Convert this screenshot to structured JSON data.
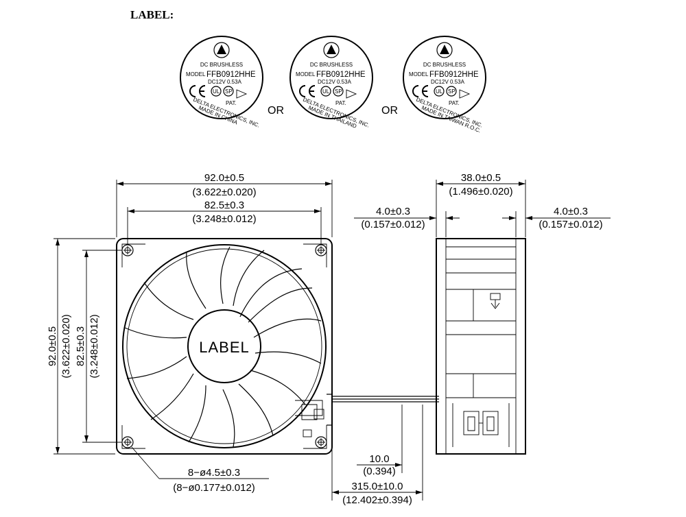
{
  "title": "LABEL:",
  "labels": [
    {
      "line1": "DC BRUSHLESS",
      "model_prefix": "MODEL",
      "model": "FFB0912HHE",
      "rating_v": "DC12V",
      "rating_a": "0.53A",
      "pat": "PAT.",
      "maker": "DELTA ELECTRONICS, INC.",
      "origin": "MADE IN CHINA"
    },
    {
      "line1": "DC BRUSHLESS",
      "model_prefix": "MODEL",
      "model": "FFB0912HHE",
      "rating_v": "DC12V",
      "rating_a": "0.53A",
      "pat": "PAT.",
      "maker": "DELTA ELECTRONICS, INC.",
      "origin": "MADE IN THAILAND"
    },
    {
      "line1": "DC BRUSHLESS",
      "model_prefix": "MODEL",
      "model": "FFB0912HHE",
      "rating_v": "DC12V",
      "rating_a": "0.53A",
      "pat": "PAT.",
      "maker": "DELTA ELECTRONICS, INC.",
      "origin": "MADE IN TAIWAN R.O.C."
    }
  ],
  "or_text": "OR",
  "hub_label": "LABEL",
  "dims": {
    "overall_width_mm": "92.0±0.5",
    "overall_width_in": "(3.622±0.020)",
    "hole_pitch_mm": "82.5±0.3",
    "hole_pitch_in": "(3.248±0.012)",
    "overall_height_mm": "92.0±0.5",
    "overall_height_in": "(3.622±0.020)",
    "hole_pitch_v_mm": "82.5±0.3",
    "hole_pitch_v_in": "(3.248±0.012)",
    "depth_mm": "38.0±0.5",
    "depth_in": "(1.496±0.020)",
    "flange_left_mm": "4.0±0.3",
    "flange_left_in": "(0.157±0.012)",
    "flange_right_mm": "4.0±0.3",
    "flange_right_in": "(0.157±0.012)",
    "holes_mm": "8−ø4.5±0.3",
    "holes_in": "(8−ø0.177±0.012)",
    "strip_mm": "10.0",
    "strip_in": "(0.394)",
    "lead_mm": "315.0±10.0",
    "lead_in": "(12.402±0.394)"
  },
  "icons": [
    "delta-logo-icon",
    "ce-mark-icon",
    "ul-mark-icon",
    "csa-mark-icon",
    "airflow-arrow-icon"
  ]
}
